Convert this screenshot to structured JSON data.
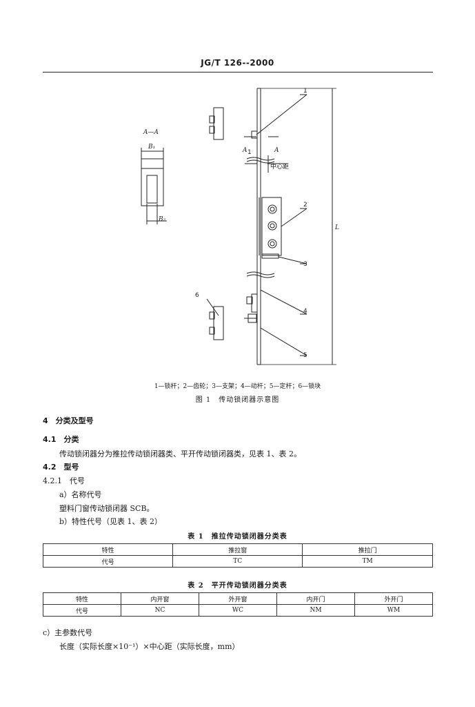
{
  "header": {
    "code": "JG/T 126--2000"
  },
  "figure": {
    "section_label": "A—A",
    "b1": "B₁",
    "b2": "B₂",
    "a_left": "A",
    "a_left_sub": "1",
    "a_right": "A",
    "center_distance": "中心距",
    "length": "L",
    "callouts": [
      "1",
      "2",
      "3",
      "4",
      "5",
      "6"
    ],
    "legend": "1—锁杆；2—齿轮；3—支架；4—动杆；5—定杆；6—锁块",
    "caption": "图 1　传动锁闭器示意图"
  },
  "section4": {
    "title": "4　分类及型号",
    "s41_title": "4.1　分类",
    "s41_text": "传动锁闭器分为推拉传动锁闭器类、平开传动锁闭器类，见表 1、表 2。",
    "s42_title": "4.2　型号",
    "s421_title": "4.2.1　代号",
    "item_a": "a）名称代号",
    "item_a_text": "塑料门窗传动锁闭器 SCB。",
    "item_b": "b）特性代号（见表 1、表 2）",
    "item_c": "c）主参数代号",
    "item_c_text": "长度（实际长度×10⁻¹）×中心距（实际长度，mm）"
  },
  "table1": {
    "caption": "表 1　推拉传动锁闭器分类表",
    "rows": [
      [
        "特性",
        "推拉窗",
        "推拉门"
      ],
      [
        "代号",
        "TC",
        "TM"
      ]
    ]
  },
  "table2": {
    "caption": "表 2　平开传动锁闭器分类表",
    "rows": [
      [
        "特性",
        "内开窗",
        "外开窗",
        "内开门",
        "外开门"
      ],
      [
        "代号",
        "NC",
        "WC",
        "NM",
        "WM"
      ]
    ]
  }
}
